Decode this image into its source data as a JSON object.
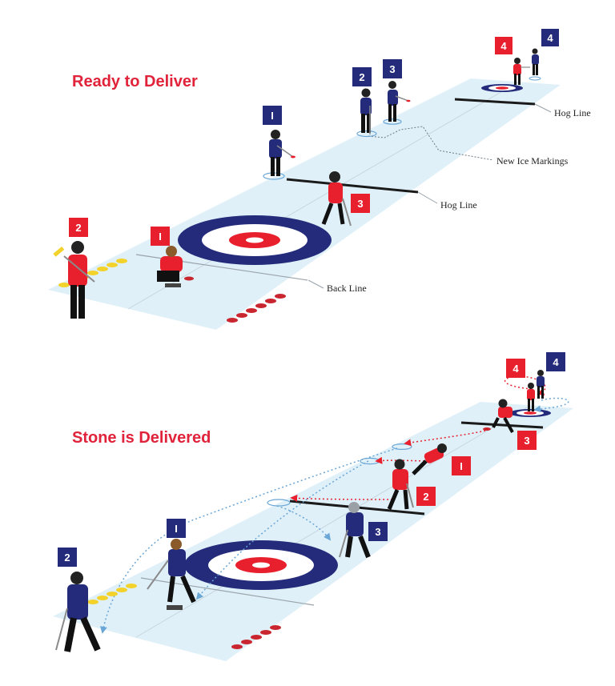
{
  "colors": {
    "team_red": "#e8202e",
    "team_blue": "#232b7a",
    "ice": "#dff0f9",
    "title": "#e0233a",
    "trail": "#6aa6d6"
  },
  "panels": [
    {
      "id": "ready",
      "title": "Ready to Deliver",
      "labels": {
        "hog_line_far": "Hog Line",
        "new_ice_markings": "New Ice Markings",
        "hog_line_near": "Hog Line",
        "back_line": "Back Line"
      },
      "badges": [
        {
          "id": "blue-1",
          "text": "I",
          "team": "blue"
        },
        {
          "id": "blue-2",
          "text": "2",
          "team": "blue"
        },
        {
          "id": "blue-3",
          "text": "3",
          "team": "blue"
        },
        {
          "id": "blue-4",
          "text": "4",
          "team": "blue"
        },
        {
          "id": "red-4",
          "text": "4",
          "team": "red"
        },
        {
          "id": "red-3",
          "text": "3",
          "team": "red"
        },
        {
          "id": "red-2",
          "text": "2",
          "team": "red"
        },
        {
          "id": "red-1",
          "text": "I",
          "team": "red"
        }
      ]
    },
    {
      "id": "delivered",
      "title": "Stone is Delivered",
      "badges": [
        {
          "id": "red-4",
          "text": "4",
          "team": "red"
        },
        {
          "id": "blue-4",
          "text": "4",
          "team": "blue"
        },
        {
          "id": "red-3",
          "text": "3",
          "team": "red"
        },
        {
          "id": "red-1",
          "text": "I",
          "team": "red"
        },
        {
          "id": "red-2",
          "text": "2",
          "team": "red"
        },
        {
          "id": "blue-3",
          "text": "3",
          "team": "blue"
        },
        {
          "id": "blue-1",
          "text": "I",
          "team": "blue"
        },
        {
          "id": "blue-2",
          "text": "2",
          "team": "blue"
        }
      ]
    }
  ]
}
